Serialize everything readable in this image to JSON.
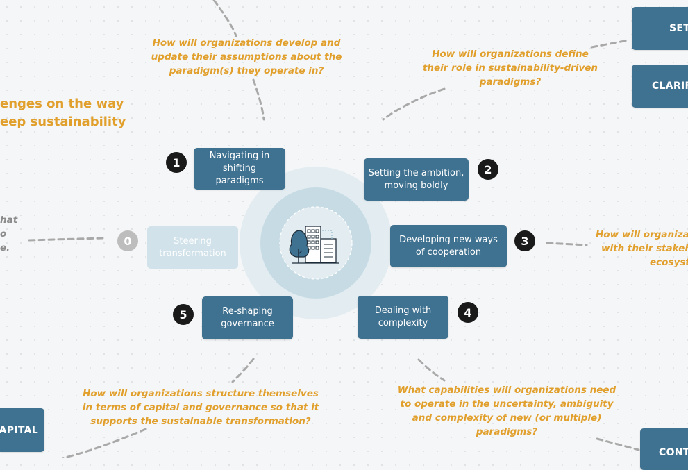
{
  "heading": {
    "lines": [
      "enges on the way",
      "eep sustainability"
    ]
  },
  "hub": {
    "icon": "building-tree-icon"
  },
  "nodes": {
    "n0": {
      "number": "0",
      "lines": [
        "Steering",
        "transformation"
      ]
    },
    "n1": {
      "number": "1",
      "lines": [
        "Navigating in",
        "shifting paradigms"
      ]
    },
    "n2": {
      "number": "2",
      "lines": [
        "Setting the ambition,",
        "moving boldly"
      ]
    },
    "n3": {
      "number": "3",
      "lines": [
        "Developing new ways",
        "of cooperation"
      ]
    },
    "n4": {
      "number": "4",
      "lines": [
        "Dealing with",
        "complexity"
      ]
    },
    "n5": {
      "number": "5",
      "lines": [
        "Re-shaping",
        "governance"
      ]
    }
  },
  "questions": {
    "q1": [
      "How will organizations develop and",
      "update their assumptions about the",
      "paradigm(s) they operate in?"
    ],
    "q2": [
      "How will organizations define",
      "their role in sustainability-driven",
      "paradigms?"
    ],
    "q3": [
      "How will organizat",
      "with their stakeho",
      "ecosyst"
    ],
    "q4": [
      "What capabilities will organizations need",
      "to operate in the uncertainty, ambiguity",
      "and complexity of new (or multiple)",
      "paradigms?"
    ],
    "q5": [
      "How will organizations structure themselves",
      "in terms of capital and governance so that it",
      "supports the sustainable transformation?"
    ],
    "q0": [
      "hat",
      "o",
      "e."
    ]
  },
  "edge_boxes": {
    "set": "SET",
    "clarif": "CLARIF",
    "capital": "CAPITAL",
    "cont": "CONT"
  },
  "colors": {
    "box": "#3f7190",
    "box_faded": "#d1e2ea",
    "question": "#e19f2c",
    "badge": "#1a1a1a",
    "ring_outer": "#e3edf1",
    "ring_inner": "#c6dbe4"
  }
}
